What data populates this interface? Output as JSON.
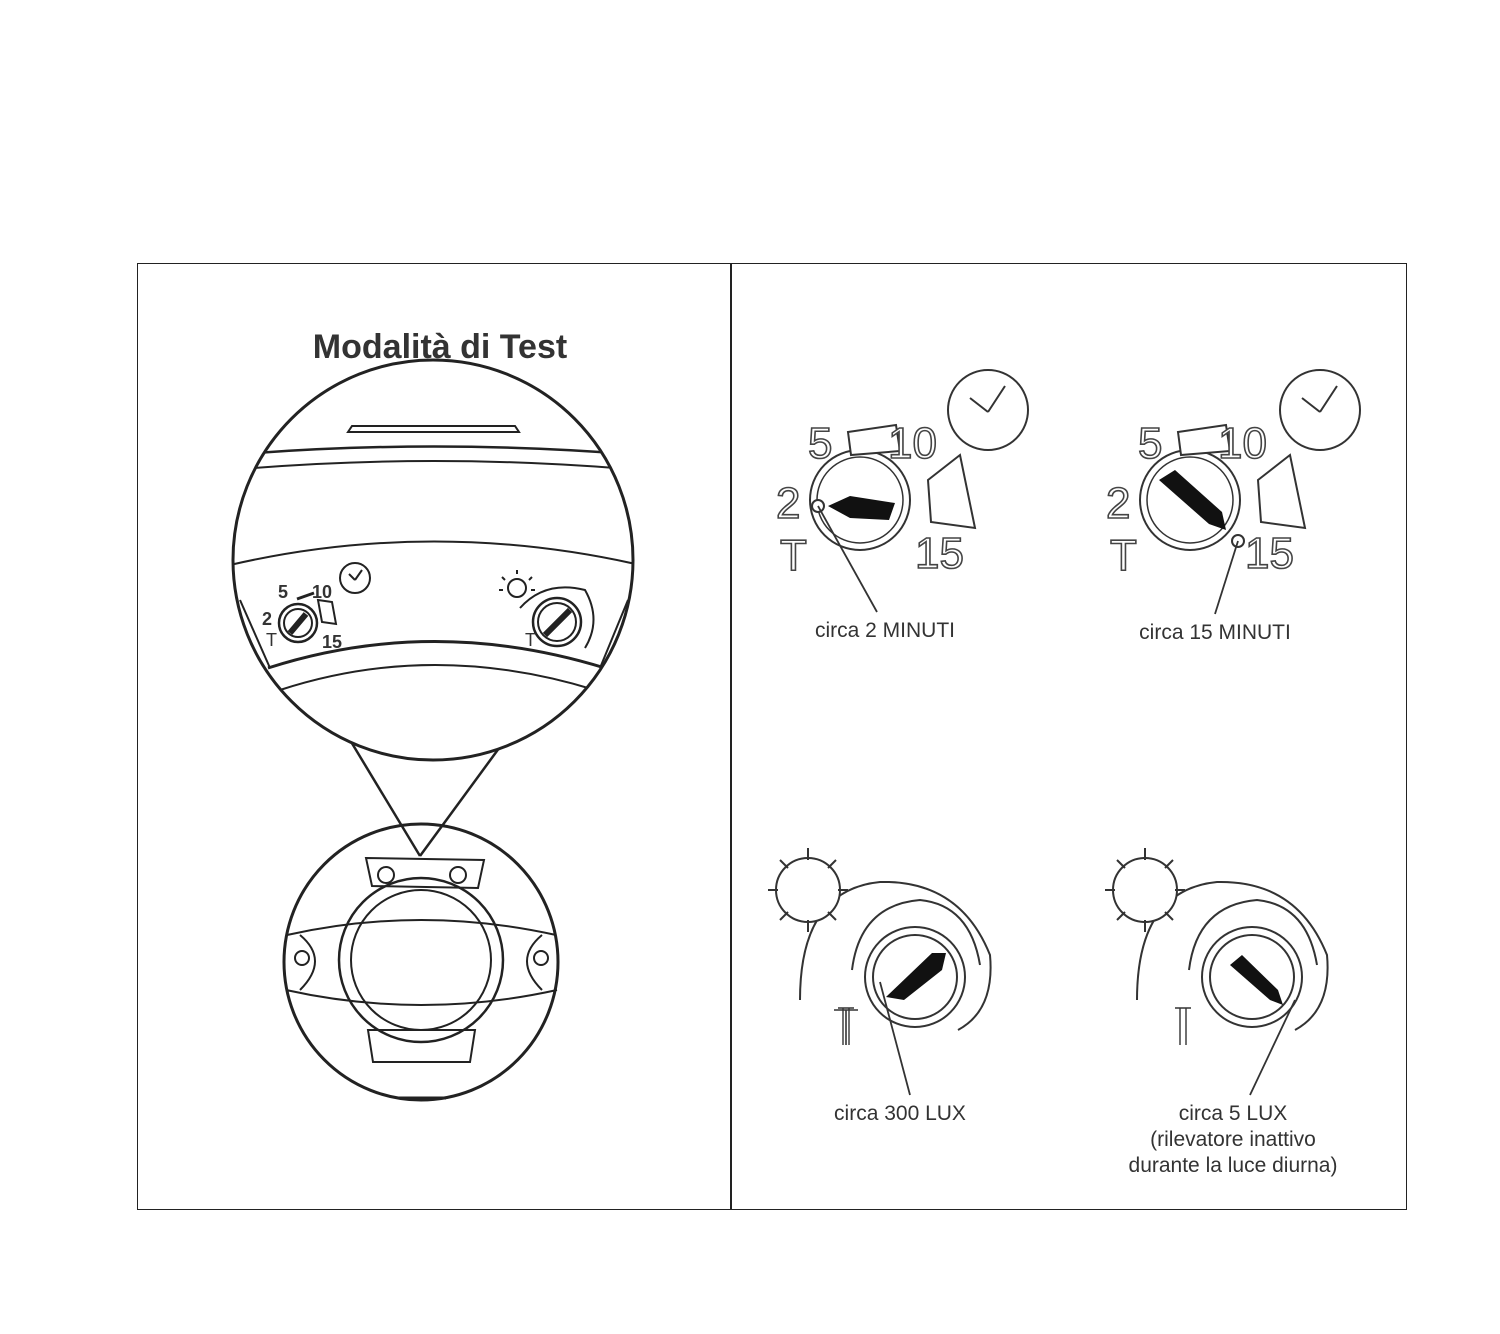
{
  "title": "Modalità di Test",
  "timer_scale": {
    "t": "T",
    "s2": "2",
    "s5": "5",
    "s10": "10",
    "s15": "15"
  },
  "captions": {
    "timer_2": "circa 2 MINUTI",
    "timer_15": "circa 15 MINUTI",
    "lux_300": "circa 300 LUX",
    "lux_5_line1": "circa 5 LUX",
    "lux_5_line2": "(rilevatore inattivo",
    "lux_5_line3": "durante la luce diurna)"
  },
  "icons": [
    "clock-icon",
    "sun-icon"
  ]
}
